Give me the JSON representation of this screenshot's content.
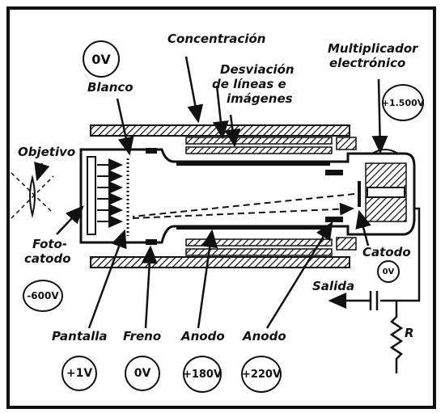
{
  "labels": {
    "concentracion": "Concentración",
    "desviacion": [
      "Desviación",
      "de líneas e",
      "imágenes"
    ],
    "multiplicador": [
      "Multiplicador",
      "electrónico"
    ],
    "blanco": "Blanco",
    "objetivo": "Objetivo",
    "fotocatodo": [
      "Foto-",
      "catodo"
    ],
    "catodo": "Catodo",
    "salida": "Salida",
    "resistor": "R",
    "pantalla": "Pantalla",
    "freno": "Freno",
    "anodo_1": "Anodo",
    "anodo_2": "Anodo"
  },
  "voltages": {
    "blanco": "0V",
    "multiplicador": "+1.500V",
    "fotocatodo": "-600V",
    "catodo": "0V",
    "pantalla": "+1V",
    "freno": "0V",
    "anodo_1": "+180V",
    "anodo_2": "+220V"
  },
  "colors": {
    "ink": "#111111",
    "paper": "#ffffff"
  }
}
